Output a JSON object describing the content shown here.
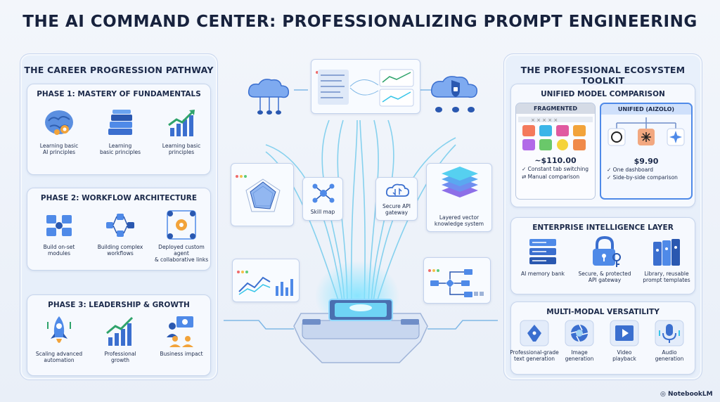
{
  "title": "THE AI COMMAND CENTER: PROFESSIONALIZING PROMPT ENGINEERING",
  "left": {
    "title": "THE CAREER PROGRESSION PATHWAY",
    "phases": [
      {
        "title": "PHASE 1: MASTERY OF FUNDAMENTALS",
        "items": [
          {
            "icon": "brain-gears-icon",
            "label": "Learning basic\nAI principles"
          },
          {
            "icon": "books-icon",
            "label": "Learning\nbasic principles"
          },
          {
            "icon": "growth-chart-icon",
            "label": "Learning basic\nprinciples"
          }
        ]
      },
      {
        "title": "PHASE 2: WORKFLOW ARCHITECTURE",
        "items": [
          {
            "icon": "modules-icon",
            "label": "Build on-set\nmodules"
          },
          {
            "icon": "workflow-icon",
            "label": "Building complex\nworkflows"
          },
          {
            "icon": "agent-network-icon",
            "label": "Deployed custom agent\n& collaborative links"
          }
        ]
      },
      {
        "title": "PHASE 3: LEADERSHIP & GROWTH",
        "items": [
          {
            "icon": "rocket-icon",
            "label": "Scaling advanced\nautomation"
          },
          {
            "icon": "bar-growth-icon",
            "label": "Professional\ngrowth"
          },
          {
            "icon": "team-leader-icon",
            "label": "Business impact"
          }
        ]
      }
    ]
  },
  "center": {
    "skill_map": "Skill map",
    "api_gateway": "Secure API\ngateway",
    "vector": "Layered vector\nknowledge system"
  },
  "right": {
    "title": "THE PROFESSIONAL ECOSYSTEM TOOLKIT",
    "comparison": {
      "title": "UNIFIED MODEL COMPARISON",
      "fragmented": {
        "header": "FRAGMENTED",
        "price": "~$110.00",
        "points": [
          "Constant tab switching",
          "Manual comparison"
        ]
      },
      "unified": {
        "header": "UNIFIED (AIZOLO)",
        "price": "$9.90",
        "points": [
          "One dashboard",
          "Side-by-side comparison"
        ]
      }
    },
    "enterprise": {
      "title": "ENTERPRISE INTELLIGENCE LAYER",
      "items": [
        {
          "icon": "memory-bank-icon",
          "label": "AI memory bank"
        },
        {
          "icon": "padlock-key-icon",
          "label": "Secure, & protected\nAPI gateway"
        },
        {
          "icon": "binders-icon",
          "label": "Library, reusable\nprompt templates"
        }
      ]
    },
    "multimodal": {
      "title": "MULTI-MODAL VERSATILITY",
      "items": [
        {
          "icon": "pen-nib-icon",
          "label": "Professional-grade\ntext generation"
        },
        {
          "icon": "aperture-icon",
          "label": "Image\ngeneration"
        },
        {
          "icon": "video-play-icon",
          "label": "Video\nplayback"
        },
        {
          "icon": "microphone-icon",
          "label": "Audio\ngeneration"
        }
      ]
    }
  },
  "brand": "NotebookLM",
  "colors": {
    "accent": "#3a7bd5",
    "navy": "#1c2a4a",
    "cyan": "#38c5e8",
    "panel": "#e6eefa"
  }
}
